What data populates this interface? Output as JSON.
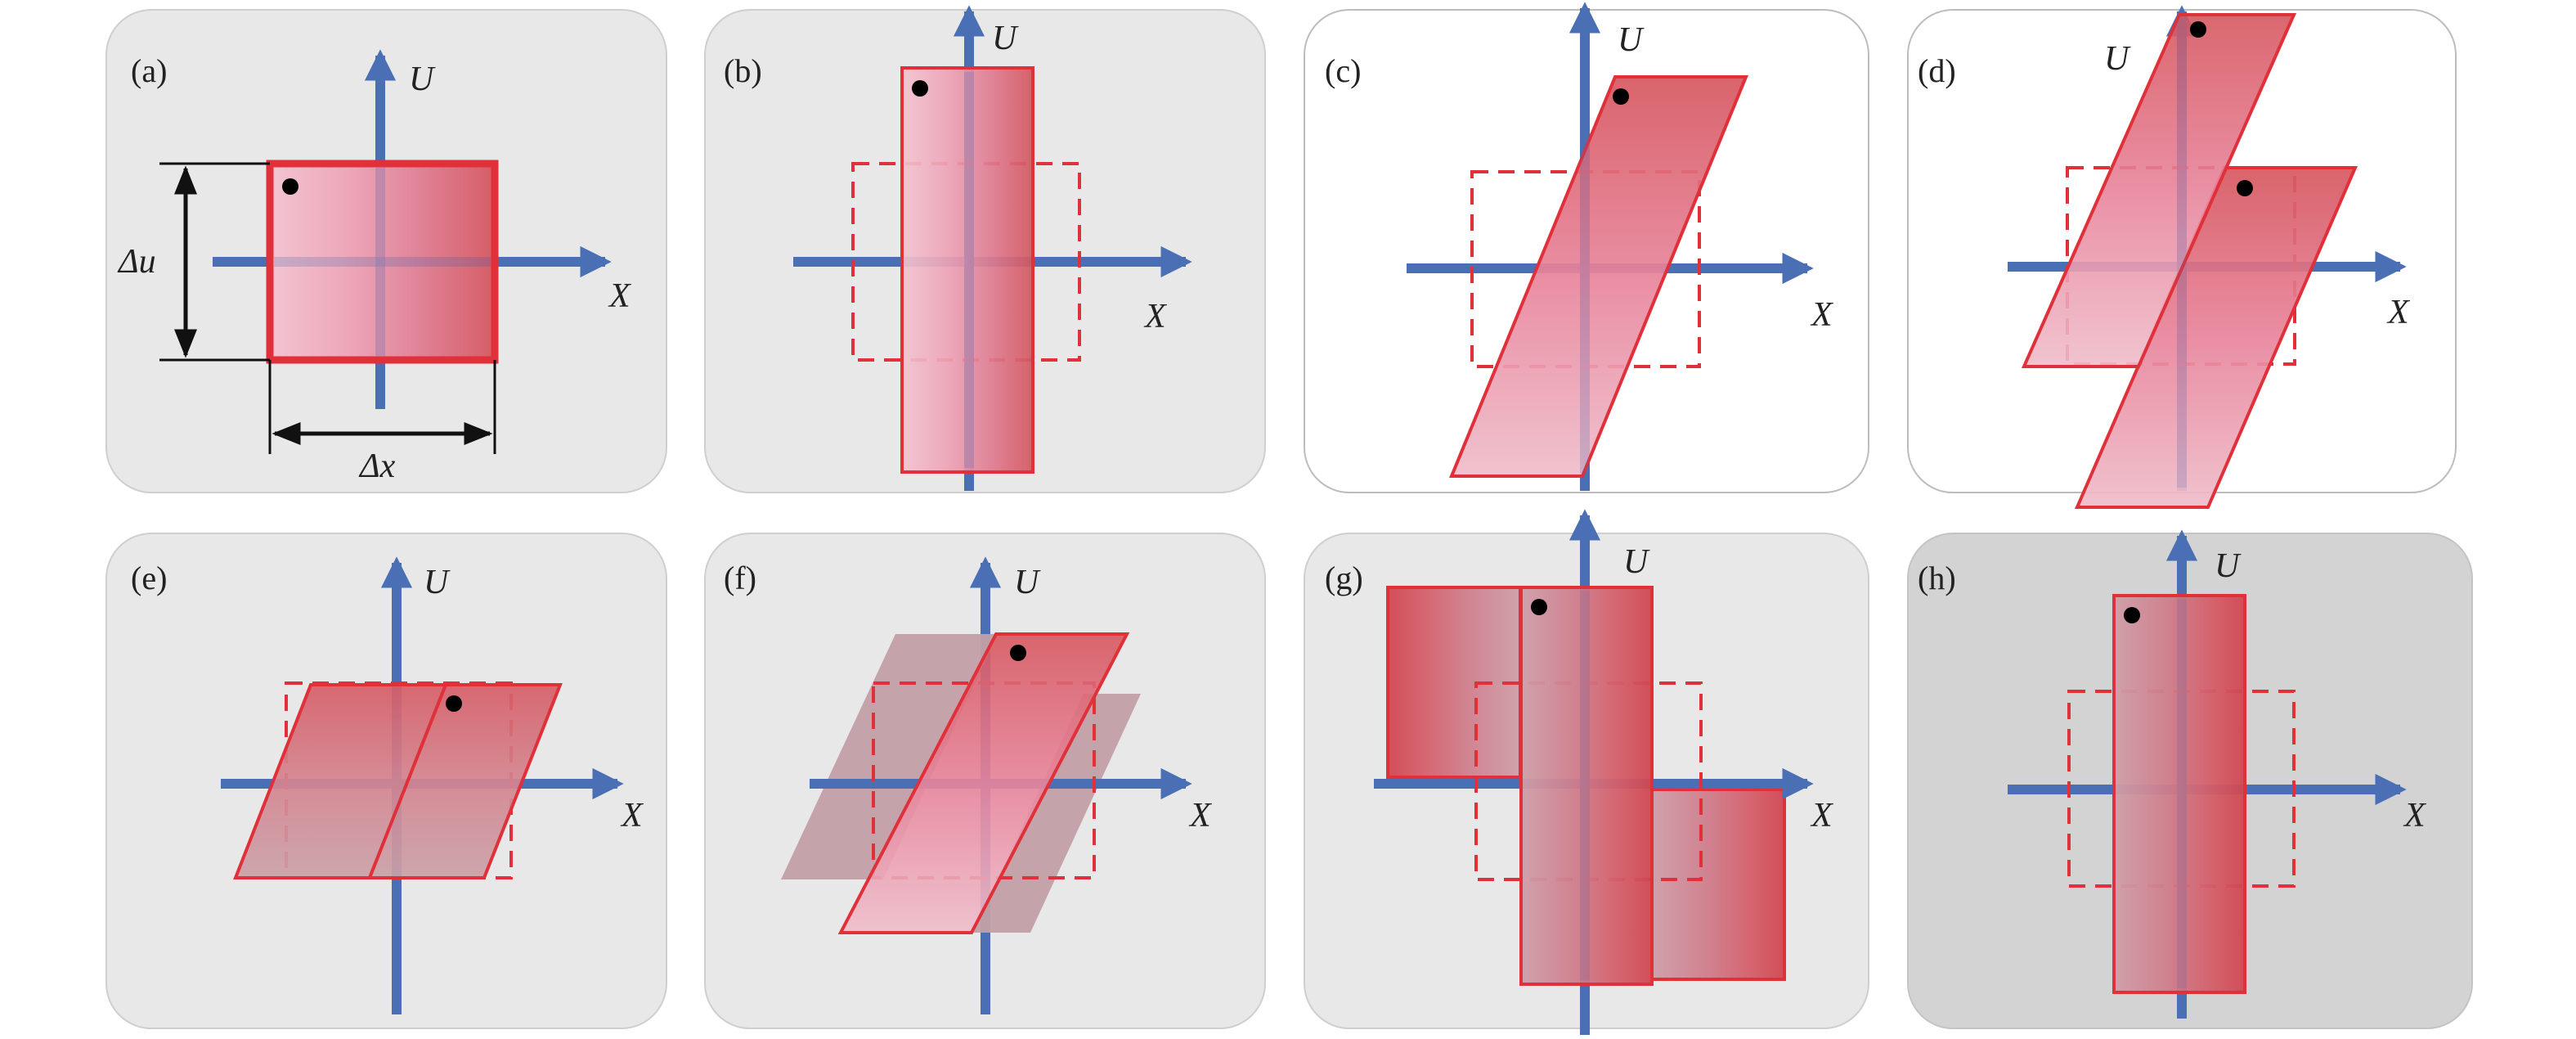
{
  "panels": [
    {
      "id": "a",
      "label": "(a)",
      "x_axis": "X",
      "u_axis": "U",
      "dim_u": "Δu",
      "dim_x": "Δx"
    },
    {
      "id": "b",
      "label": "(b)",
      "x_axis": "X",
      "u_axis": "U"
    },
    {
      "id": "c",
      "label": "(c)",
      "x_axis": "X",
      "u_axis": "U"
    },
    {
      "id": "d",
      "label": "(d)",
      "x_axis": "X",
      "u_axis": "U"
    },
    {
      "id": "e",
      "label": "(e)",
      "x_axis": "X",
      "u_axis": "U"
    },
    {
      "id": "f",
      "label": "(f)",
      "x_axis": "X",
      "u_axis": "U"
    },
    {
      "id": "g",
      "label": "(g)",
      "x_axis": "X",
      "u_axis": "U"
    },
    {
      "id": "h",
      "label": "(h)",
      "x_axis": "X",
      "u_axis": "U"
    }
  ],
  "colors": {
    "panel_bg_light": "#e8e8e8",
    "panel_bg_dark": "#d3d3d3",
    "axis": "#4a6fb5",
    "outline": "#e0303a",
    "dashed": "#e0303a",
    "dot": "#000000",
    "fill_light": "#efb6c6",
    "fill_mid": "#e27b93",
    "fill_dark": "#d4565f",
    "fill_gray": "#c79aa3"
  }
}
